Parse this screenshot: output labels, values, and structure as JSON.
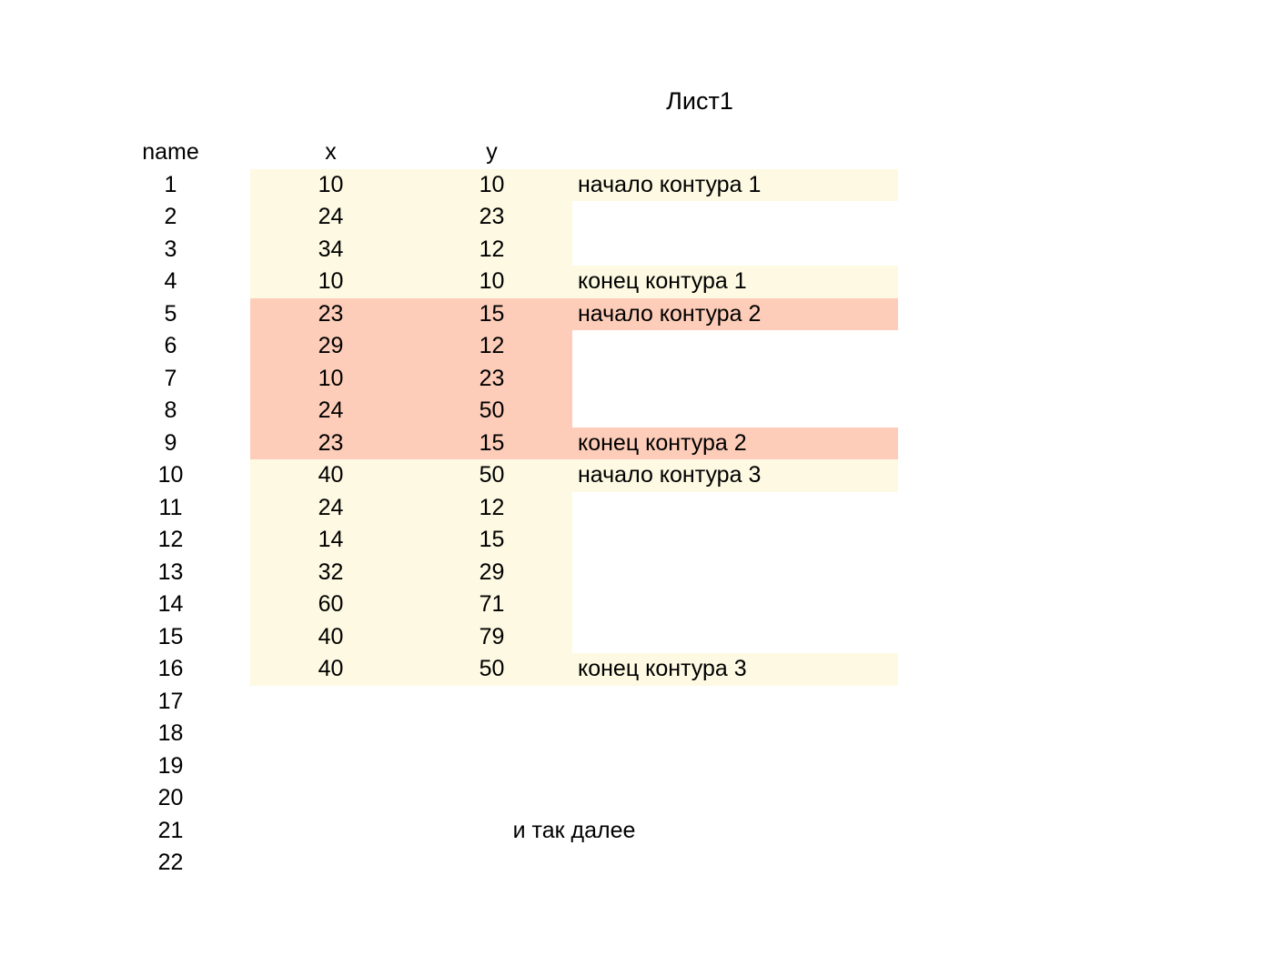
{
  "title": "Лист1",
  "footnote": "и так далее",
  "colors": {
    "highlight_cream": "#fdf9e2",
    "highlight_salmon": "#fecdb9",
    "text": "#000000",
    "page_background": "#ffffff"
  },
  "table": {
    "columns": {
      "name": "name",
      "x": "x",
      "y": "y",
      "note": ""
    },
    "rows": [
      {
        "name": "1",
        "x": "10",
        "y": "10",
        "note": "начало контура 1",
        "band": "cream"
      },
      {
        "name": "2",
        "x": "24",
        "y": "23",
        "note": "",
        "band": "cream"
      },
      {
        "name": "3",
        "x": "34",
        "y": "12",
        "note": "",
        "band": "cream"
      },
      {
        "name": "4",
        "x": "10",
        "y": "10",
        "note": "конец контура 1",
        "band": "cream"
      },
      {
        "name": "5",
        "x": "23",
        "y": "15",
        "note": "начало контура 2",
        "band": "salmon"
      },
      {
        "name": "6",
        "x": "29",
        "y": "12",
        "note": "",
        "band": "salmon"
      },
      {
        "name": "7",
        "x": "10",
        "y": "23",
        "note": "",
        "band": "salmon"
      },
      {
        "name": "8",
        "x": "24",
        "y": "50",
        "note": "",
        "band": "salmon"
      },
      {
        "name": "9",
        "x": "23",
        "y": "15",
        "note": "конец контура 2",
        "band": "salmon"
      },
      {
        "name": "10",
        "x": "40",
        "y": "50",
        "note": "начало контура 3",
        "band": "cream"
      },
      {
        "name": "11",
        "x": "24",
        "y": "12",
        "note": "",
        "band": "cream"
      },
      {
        "name": "12",
        "x": "14",
        "y": "15",
        "note": "",
        "band": "cream"
      },
      {
        "name": "13",
        "x": "32",
        "y": "29",
        "note": "",
        "band": "cream"
      },
      {
        "name": "14",
        "x": "60",
        "y": "71",
        "note": "",
        "band": "cream"
      },
      {
        "name": "15",
        "x": "40",
        "y": "79",
        "note": "",
        "band": "cream"
      },
      {
        "name": "16",
        "x": "40",
        "y": "50",
        "note": "конец контура 3",
        "band": "cream"
      },
      {
        "name": "17",
        "x": "",
        "y": "",
        "note": "",
        "band": "none"
      },
      {
        "name": "18",
        "x": "",
        "y": "",
        "note": "",
        "band": "none"
      },
      {
        "name": "19",
        "x": "",
        "y": "",
        "note": "",
        "band": "none"
      },
      {
        "name": "20",
        "x": "",
        "y": "",
        "note": "",
        "band": "none"
      },
      {
        "name": "21",
        "x": "",
        "y": "",
        "note": "",
        "band": "none"
      },
      {
        "name": "22",
        "x": "",
        "y": "",
        "note": "",
        "band": "none"
      }
    ]
  }
}
